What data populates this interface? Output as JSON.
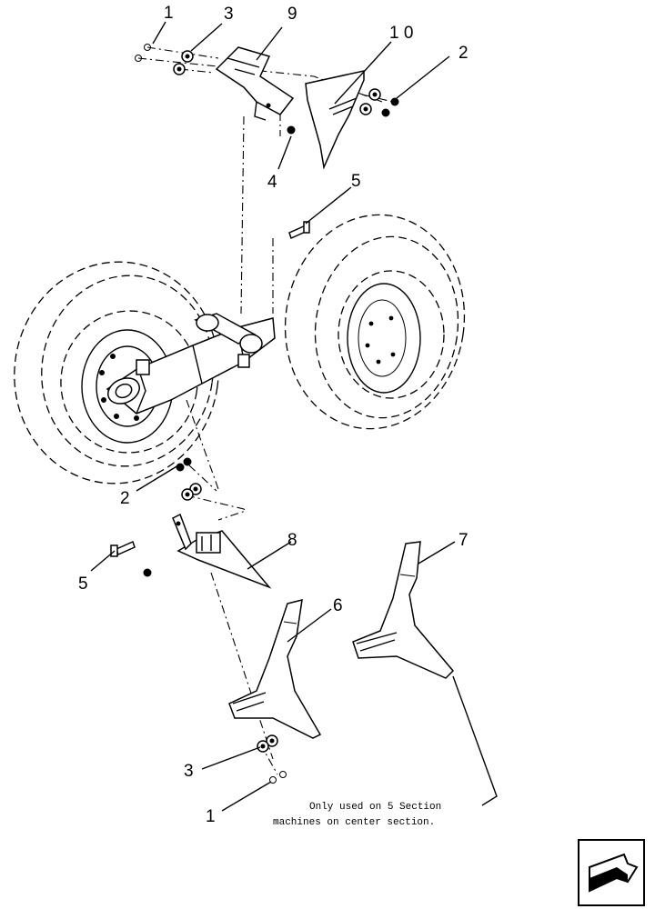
{
  "diagram": {
    "callouts": [
      {
        "id": "c1-top",
        "label": "1"
      },
      {
        "id": "c3-top",
        "label": "3"
      },
      {
        "id": "c9",
        "label": "9"
      },
      {
        "id": "c10",
        "label": "1 0"
      },
      {
        "id": "c2-top",
        "label": "2"
      },
      {
        "id": "c4",
        "label": "4"
      },
      {
        "id": "c5-top",
        "label": "5"
      },
      {
        "id": "c2-mid",
        "label": "2"
      },
      {
        "id": "c5-mid",
        "label": "5"
      },
      {
        "id": "c8",
        "label": "8"
      },
      {
        "id": "c7",
        "label": "7"
      },
      {
        "id": "c6",
        "label": "6"
      },
      {
        "id": "c3-bot",
        "label": "3"
      },
      {
        "id": "c1-bot",
        "label": "1"
      }
    ],
    "note": {
      "line1": "Only used on 5 Section",
      "line2": "machines on center section."
    },
    "nav_icon": "next-page-arrow-icon"
  }
}
